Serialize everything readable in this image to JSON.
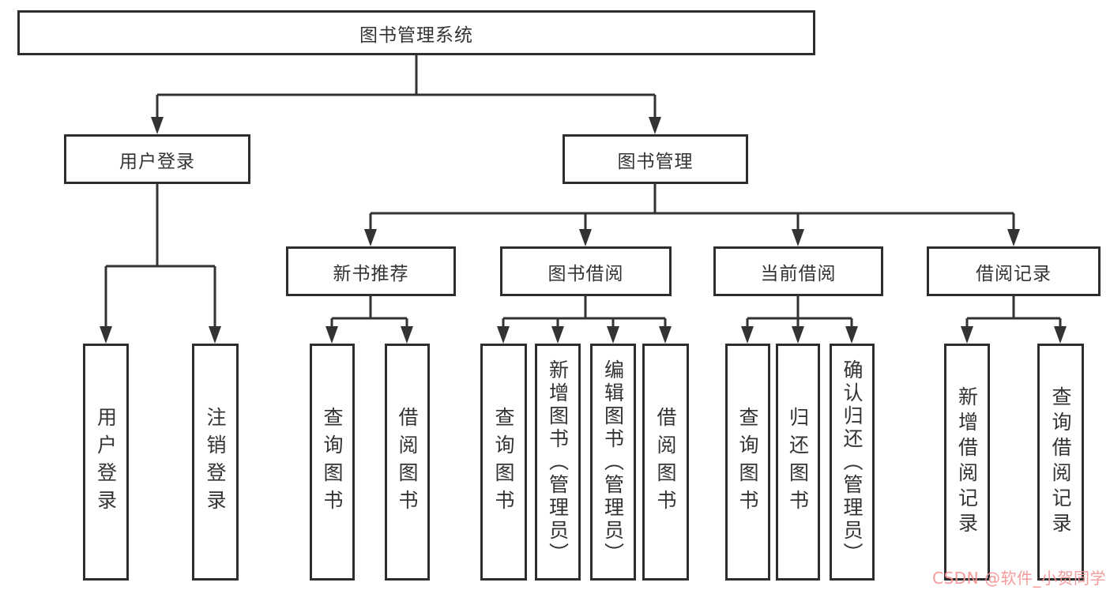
{
  "diagram": {
    "title": "图书管理系统",
    "root": {
      "label": "图书管理系统",
      "children": [
        {
          "key": "user_login",
          "label": "用户登录",
          "children": [
            {
              "key": "user_login_action",
              "label": "用户登录"
            },
            {
              "key": "logout_action",
              "label": "注销登录"
            }
          ]
        },
        {
          "key": "book_management",
          "label": "图书管理",
          "children": [
            {
              "key": "new_book_recommend",
              "label": "新书推荐",
              "children": [
                {
                  "key": "query_book",
                  "label": "查询图书"
                },
                {
                  "key": "borrow_book",
                  "label": "借阅图书"
                }
              ]
            },
            {
              "key": "book_borrowing",
              "label": "图书借阅",
              "children": [
                {
                  "key": "query_book",
                  "label": "查询图书"
                },
                {
                  "key": "add_book_admin",
                  "label": "新增图书（管理员）"
                },
                {
                  "key": "edit_book_admin",
                  "label": "编辑图书（管理员）"
                },
                {
                  "key": "borrow_book",
                  "label": "借阅图书"
                }
              ]
            },
            {
              "key": "current_borrowing",
              "label": "当前借阅",
              "children": [
                {
                  "key": "query_book",
                  "label": "查询图书"
                },
                {
                  "key": "return_book",
                  "label": "归还图书"
                },
                {
                  "key": "confirm_return_admin",
                  "label": "确认归还（管理员）"
                }
              ]
            },
            {
              "key": "borrowing_records",
              "label": "借阅记录",
              "children": [
                {
                  "key": "add_borrow_record",
                  "label": "新增借阅记录"
                },
                {
                  "key": "query_borrow_record",
                  "label": "查询借阅记录"
                }
              ]
            }
          ]
        }
      ]
    },
    "colors": {
      "line": "#333333",
      "box_border": "#2e2e2e",
      "text": "#333333",
      "background": "#ffffff"
    }
  },
  "watermark": {
    "text": "CSDN @软件_小贺同学",
    "color": "#f29696"
  }
}
